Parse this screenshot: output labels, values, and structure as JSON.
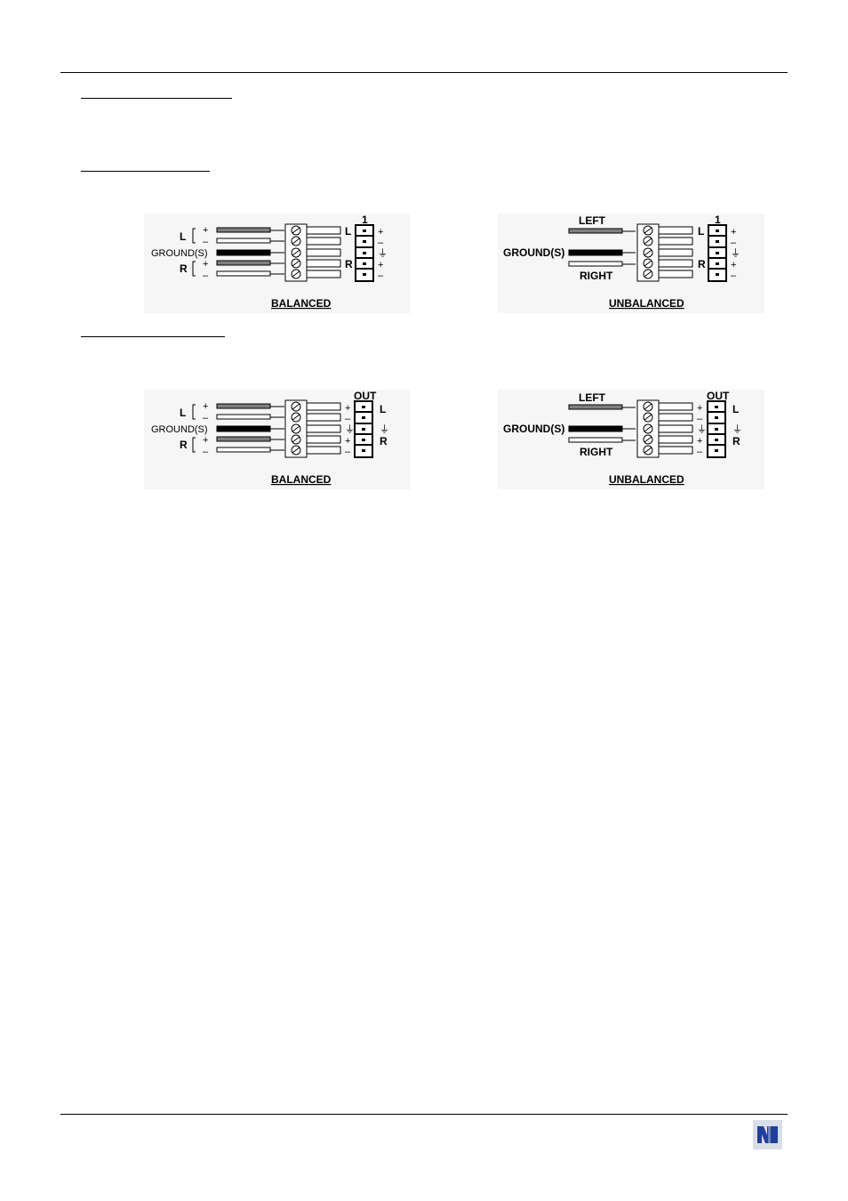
{
  "colors": {
    "wire_grey": "#7f7f7f",
    "wire_black": "#000000",
    "wire_white": "#ffffff",
    "logo_blue": "#1f3f9f",
    "logo_bg": "#d8dde8"
  },
  "input_section": {
    "balanced": {
      "connector_label": "1",
      "left_label": "L",
      "right_label": "R",
      "ground_label": "GROUND(S)",
      "plus": "+",
      "minus": "–",
      "caption": "BALANCED"
    },
    "unbalanced": {
      "connector_label": "1",
      "left_wire": "LEFT",
      "ground_label": "GROUND(S)",
      "right_wire": "RIGHT",
      "left_label": "L",
      "right_label": "R",
      "plus": "+",
      "minus": "–",
      "caption": "UNBALANCED"
    }
  },
  "output_section": {
    "balanced": {
      "connector_label": "OUT",
      "left_label": "L",
      "right_label": "R",
      "ground_label": "GROUND(S)",
      "plus": "+",
      "minus": "–",
      "caption": "BALANCED"
    },
    "unbalanced": {
      "connector_label": "OUT",
      "left_wire": "LEFT",
      "ground_label": "GROUND(S)",
      "right_wire": "RIGHT",
      "left_label": "L",
      "right_label": "R",
      "plus": "+",
      "minus": "–",
      "caption": "UNBALANCED"
    }
  }
}
